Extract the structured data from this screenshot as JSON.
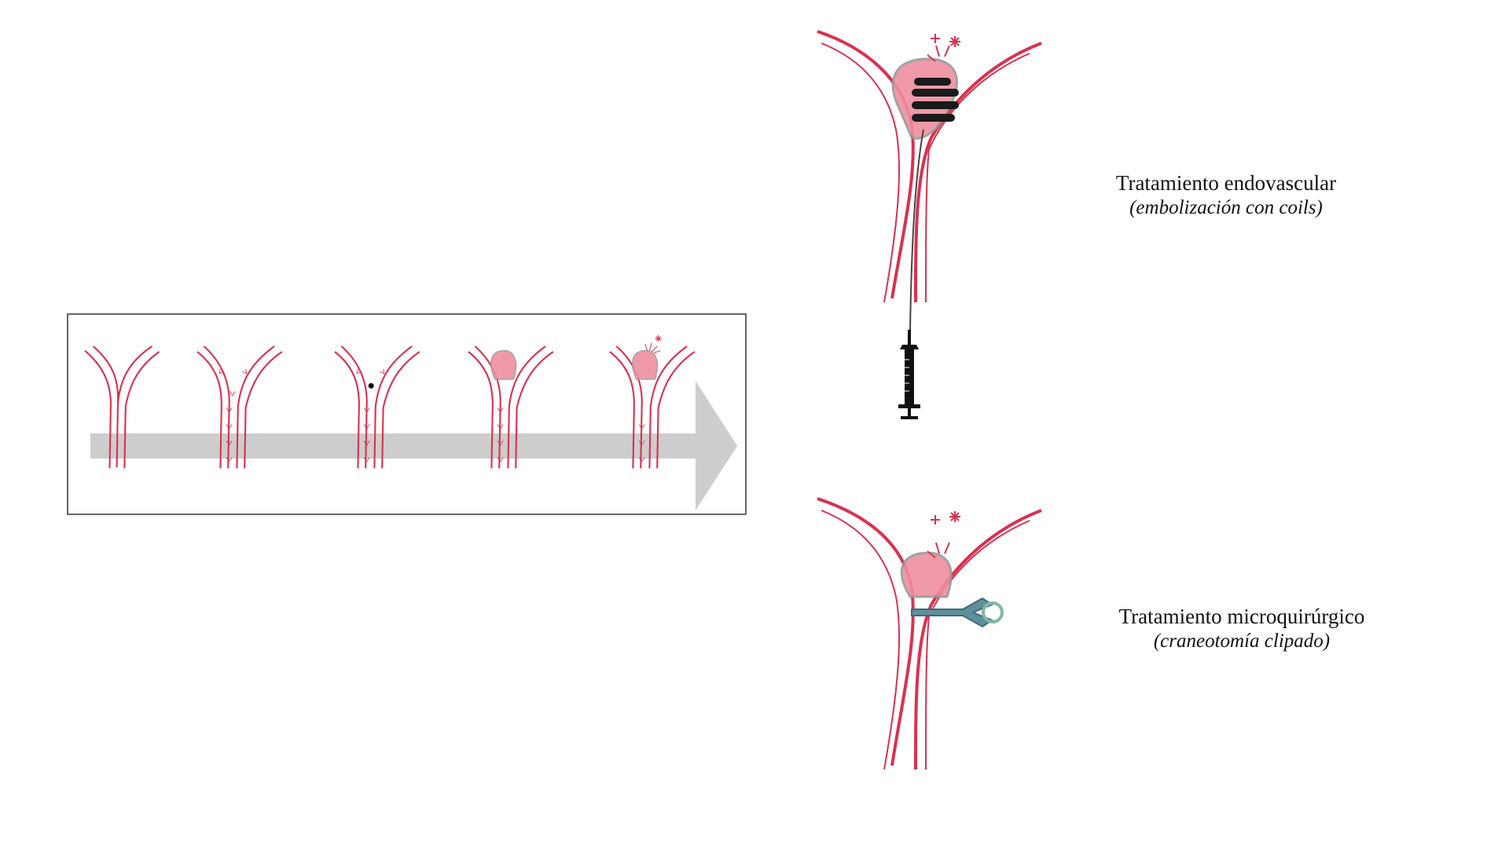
{
  "captions": {
    "endovascular_title": "Tratamiento endovascular",
    "endovascular_subtitle": "(embolización con coils)",
    "microsurgical_title": "Tratamiento microquirúrgico",
    "microsurgical_subtitle": "(craneotomía clipado)"
  },
  "colors": {
    "vessel": "#d9314f",
    "vessel_fill": "#f6dde3",
    "aneurysm": "#ef8f9f",
    "arrow": "#c8c8c8",
    "box_border": "#333333",
    "coil": "#1a1a1a",
    "clip": "#7fb8a6",
    "syringe": "#111111"
  },
  "icons": [
    "syringe-icon",
    "aneurysm-clip-icon",
    "coil-icon",
    "rupture-burst-icon"
  ]
}
